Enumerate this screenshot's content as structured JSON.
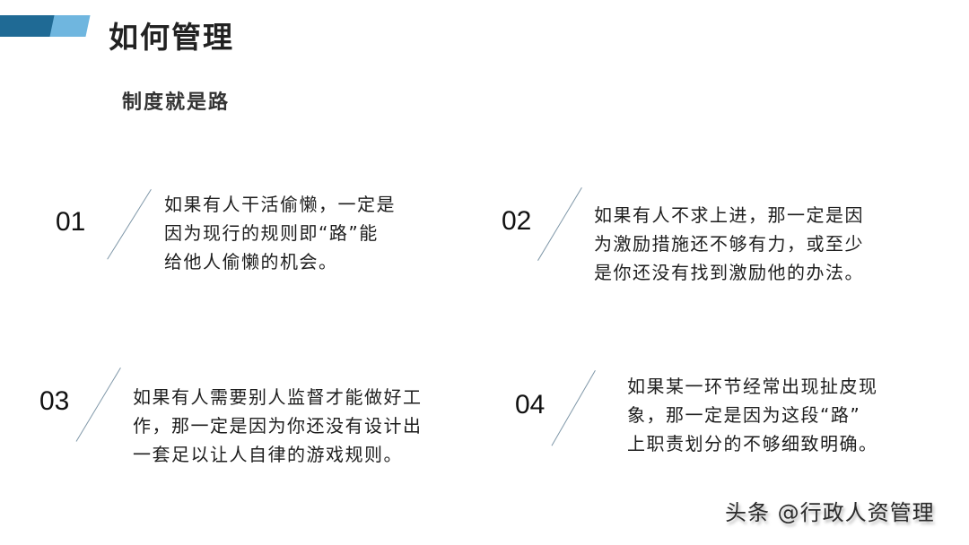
{
  "header": {
    "title": "如何管理",
    "accent_colors": {
      "dark": "#1f6a95",
      "light": "#6fb6df"
    }
  },
  "subtitle": "制度就是路",
  "items": [
    {
      "number": "01",
      "lines": [
        "如果有人干活偷懒，一定是",
        "因为现行的规则即“路”能",
        "给他人偷懒的机会。"
      ]
    },
    {
      "number": "02",
      "lines": [
        "如果有人不求上进，那一定是因",
        "为激励措施还不够有力，或至少",
        "是你还没有找到激励他的办法。"
      ]
    },
    {
      "number": "03",
      "lines": [
        "如果有人需要别人监督才能做好工",
        "作，那一定是因为你还没有设计出",
        "一套足以让人自律的游戏规则。"
      ]
    },
    {
      "number": "04",
      "lines": [
        "如果某一环节经常出现扯皮现",
        "象，那一定是因为这段“路”",
        "上职责划分的不够细致明确。"
      ]
    }
  ],
  "watermark": "头条 @行政人资管理",
  "divider_color": "#7f97a8"
}
